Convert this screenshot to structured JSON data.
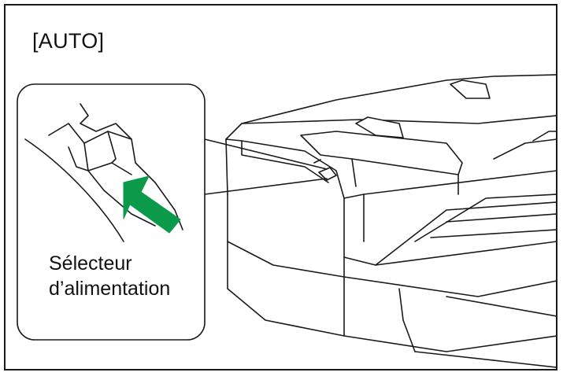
{
  "figure": {
    "mode_label": "[AUTO]",
    "caption_line1": "Sélecteur",
    "caption_line2": "d’alimentation",
    "colors": {
      "outline": "#1a1a1a",
      "arrow": "#0a9a4a",
      "background": "#ffffff"
    },
    "icons": {
      "arrow": "push-arrow-icon",
      "scanner": "document-scanner-drawing"
    }
  }
}
